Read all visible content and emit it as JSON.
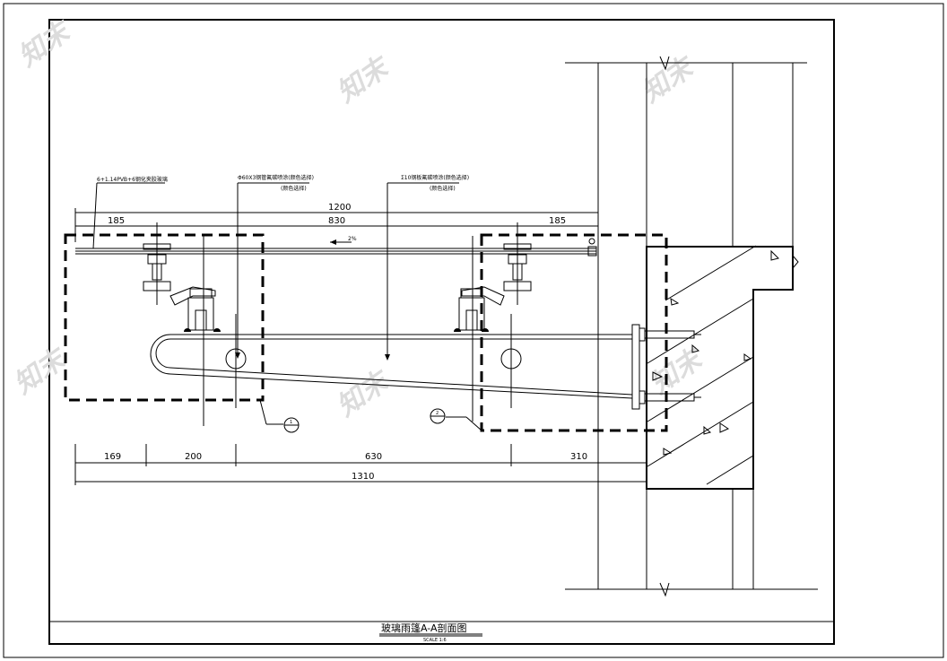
{
  "title": "玻璃雨篷A-A剖面图",
  "scale": "SCALE 1:6",
  "watermark": "知末",
  "callouts": {
    "glass": "6+1.14PVB+6钢化夹胶玻璃",
    "stainless_pipe": "Φ60X3钢管氟碳喷涂(颜色选择)",
    "stainless_pipe_sub": "(颜色选择)",
    "steel_bar": "Σ10钢板氟碳喷涂(颜色选择)",
    "steel_bar_sub": "(颜色选择)",
    "slope": "2%",
    "bubble_a": "1",
    "bubble_b": "2"
  },
  "dimensions_top": {
    "total": "1200",
    "left": "185",
    "middle": "830",
    "right": "185"
  },
  "dimensions_bottom": {
    "seg1": "169",
    "seg2": "200",
    "seg3": "630",
    "seg4": "310",
    "total": "1310"
  }
}
